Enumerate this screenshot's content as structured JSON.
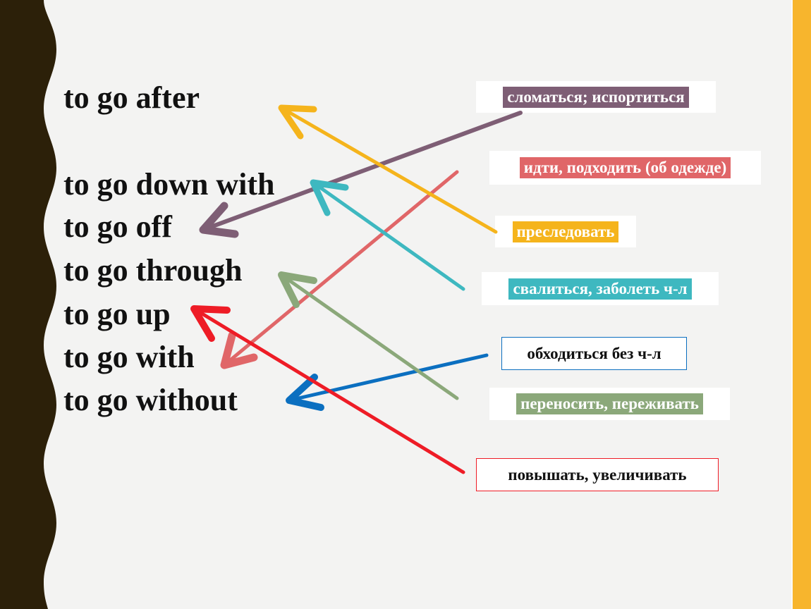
{
  "colors": {
    "border_dark": "#2c2009",
    "accent_gold": "#f7b52d",
    "mauve": "#7e5e75",
    "salmon": "#e06668",
    "gold": "#f5b41c",
    "teal": "#3eb8c0",
    "blue": "#0b6fc0",
    "sage": "#8ba87a",
    "red": "#ee1c26"
  },
  "phrases": [
    "to go after",
    "to go down with",
    "to go off",
    "to go through",
    "to go up",
    "to go with",
    "to go without"
  ],
  "translations": [
    {
      "text": "сломаться; испортиться",
      "color": "#7e5e75",
      "style": "filled"
    },
    {
      "text": "идти, подходить (об одежде)",
      "color": "#e06668",
      "style": "filled"
    },
    {
      "text": "преследовать",
      "color": "#f5b41c",
      "style": "filled"
    },
    {
      "text": "свалиться, заболеть ч-л",
      "color": "#3eb8c0",
      "style": "filled"
    },
    {
      "text": "обходиться без ч-л",
      "color": "#0b6fc0",
      "style": "outlined"
    },
    {
      "text": "переносить, переживать",
      "color": "#8ba87a",
      "style": "filled"
    },
    {
      "text": "повышать, увеличивать",
      "color": "#ee1c26",
      "style": "outlined"
    }
  ],
  "arrows": [
    {
      "color": "mauve",
      "from": "сломаться; испортиться",
      "to": "to go off"
    },
    {
      "color": "salmon",
      "from": "идти, подходить (об одежде)",
      "to": "to go with"
    },
    {
      "color": "gold",
      "from": "преследовать",
      "to": "to go after"
    },
    {
      "color": "teal",
      "from": "свалиться, заболеть ч-л",
      "to": "to go down with"
    },
    {
      "color": "blue",
      "from": "обходиться без ч-л",
      "to": "to go without"
    },
    {
      "color": "sage",
      "from": "переносить, переживать",
      "to": "to go through"
    },
    {
      "color": "red",
      "from": "повышать, увеличивать",
      "to": "to go up"
    }
  ]
}
